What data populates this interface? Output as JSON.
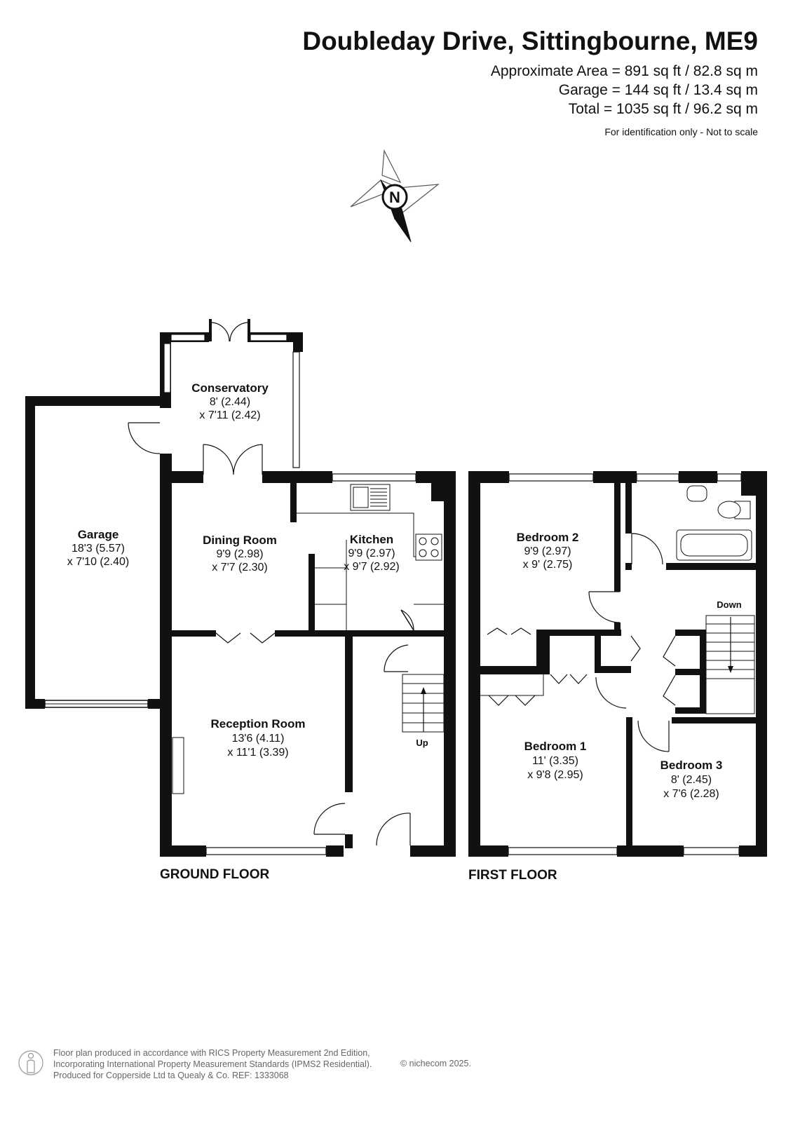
{
  "header": {
    "title": "Doubleday Drive, Sittingbourne, ME9",
    "approx_area": "Approximate Area = 891 sq ft / 82.8 sq m",
    "garage_area": "Garage = 144 sq ft / 13.4 sq m",
    "total_area": "Total = 1035 sq ft / 96.2 sq m",
    "note": "For identification only - Not to scale"
  },
  "compass": {
    "label": "N"
  },
  "floors": {
    "ground": {
      "label": "GROUND FLOOR"
    },
    "first": {
      "label": "FIRST FLOOR"
    }
  },
  "rooms": {
    "conservatory": {
      "name": "Conservatory",
      "dim1": "8' (2.44)",
      "dim2": "x 7'11 (2.42)"
    },
    "garage": {
      "name": "Garage",
      "dim1": "18'3 (5.57)",
      "dim2": "x 7'10 (2.40)"
    },
    "dining": {
      "name": "Dining Room",
      "dim1": "9'9 (2.98)",
      "dim2": "x 7'7 (2.30)"
    },
    "kitchen": {
      "name": "Kitchen",
      "dim1": "9'9 (2.97)",
      "dim2": "x 9'7 (2.92)"
    },
    "reception": {
      "name": "Reception Room",
      "dim1": "13'6 (4.11)",
      "dim2": "x 11'1 (3.39)"
    },
    "bedroom2": {
      "name": "Bedroom 2",
      "dim1": "9'9 (2.97)",
      "dim2": "x 9' (2.75)"
    },
    "bedroom1": {
      "name": "Bedroom 1",
      "dim1": "11' (3.35)",
      "dim2": "x 9'8 (2.95)"
    },
    "bedroom3": {
      "name": "Bedroom 3",
      "dim1": "8' (2.45)",
      "dim2": "x 7'6 (2.28)"
    }
  },
  "stairs": {
    "up": "Up",
    "down": "Down"
  },
  "footer": {
    "line1": "Floor plan produced in accordance with RICS Property Measurement 2nd Edition,",
    "line2": "Incorporating International Property Measurement Standards (IPMS2 Residential).",
    "line3": "Produced for Copperside Ltd ta Quealy & Co.   REF: 1333068",
    "copyright": "© nichecom 2025."
  }
}
